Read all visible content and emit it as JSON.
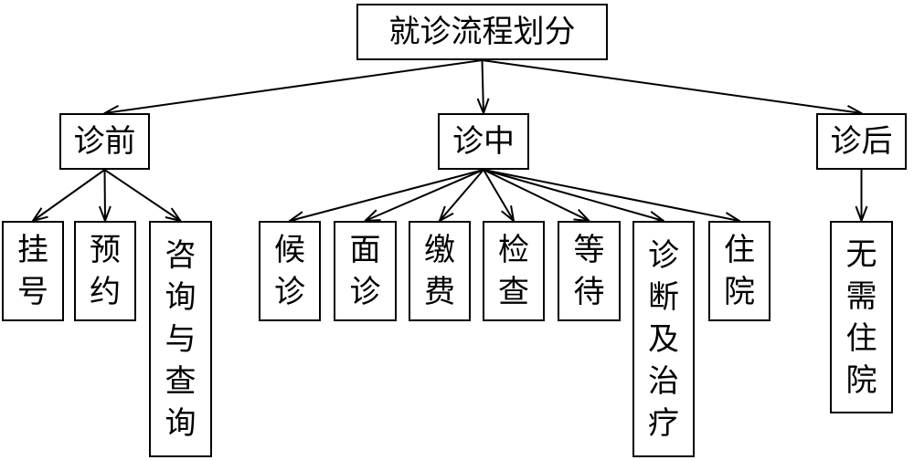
{
  "diagram": {
    "root": {
      "id": "root",
      "label": "就诊流程划分"
    },
    "stages": [
      {
        "id": "pre",
        "label": "诊前"
      },
      {
        "id": "mid",
        "label": "诊中"
      },
      {
        "id": "post",
        "label": "诊后"
      }
    ],
    "steps": [
      {
        "id": "register",
        "stage": "pre",
        "label": "挂号"
      },
      {
        "id": "appoint",
        "stage": "pre",
        "label": "预约"
      },
      {
        "id": "consult",
        "stage": "pre",
        "label": "咨询与查询"
      },
      {
        "id": "wait",
        "stage": "mid",
        "label": "候诊"
      },
      {
        "id": "face",
        "stage": "mid",
        "label": "面诊"
      },
      {
        "id": "pay",
        "stage": "mid",
        "label": "缴费"
      },
      {
        "id": "exam",
        "stage": "mid",
        "label": "检查"
      },
      {
        "id": "queue",
        "stage": "mid",
        "label": "等待"
      },
      {
        "id": "diagnose",
        "stage": "mid",
        "label": "诊断及治疗"
      },
      {
        "id": "hospital",
        "stage": "mid",
        "label": "住院"
      },
      {
        "id": "noHospital",
        "stage": "post",
        "label": "无需住院"
      }
    ],
    "colors": {
      "stroke": "#000000",
      "fill": "#ffffff",
      "text": "#000000"
    }
  }
}
